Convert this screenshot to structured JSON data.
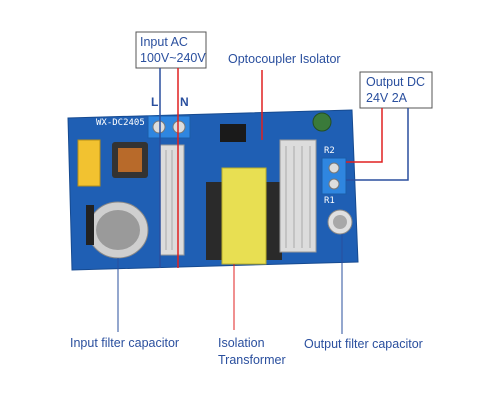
{
  "labels": {
    "input_ac_line1": "Input AC",
    "input_ac_line2": "100V~240V",
    "pin_l": "L",
    "pin_n": "N",
    "optocoupler": "Optocoupler Isolator",
    "output_dc_line1": "Output DC",
    "output_dc_line2": "24V 2A",
    "input_filter_cap": "Input filter capacitor",
    "isolation_line1": "Isolation",
    "isolation_line2": "Transformer",
    "output_filter_cap": "Output filter capacitor"
  },
  "board": {
    "model_silk": "WX-DC2405",
    "r2_silk": "R2",
    "r1_silk": "R1"
  },
  "colors": {
    "pcb": "#1f5fb4",
    "terminal": "#2f86e0",
    "transformer": "#e8df52",
    "heatsink": "#dcdcdc",
    "label_text": "#2a4f9e",
    "leader_red": "#e02020",
    "leader_blue": "#2a4f9e"
  }
}
